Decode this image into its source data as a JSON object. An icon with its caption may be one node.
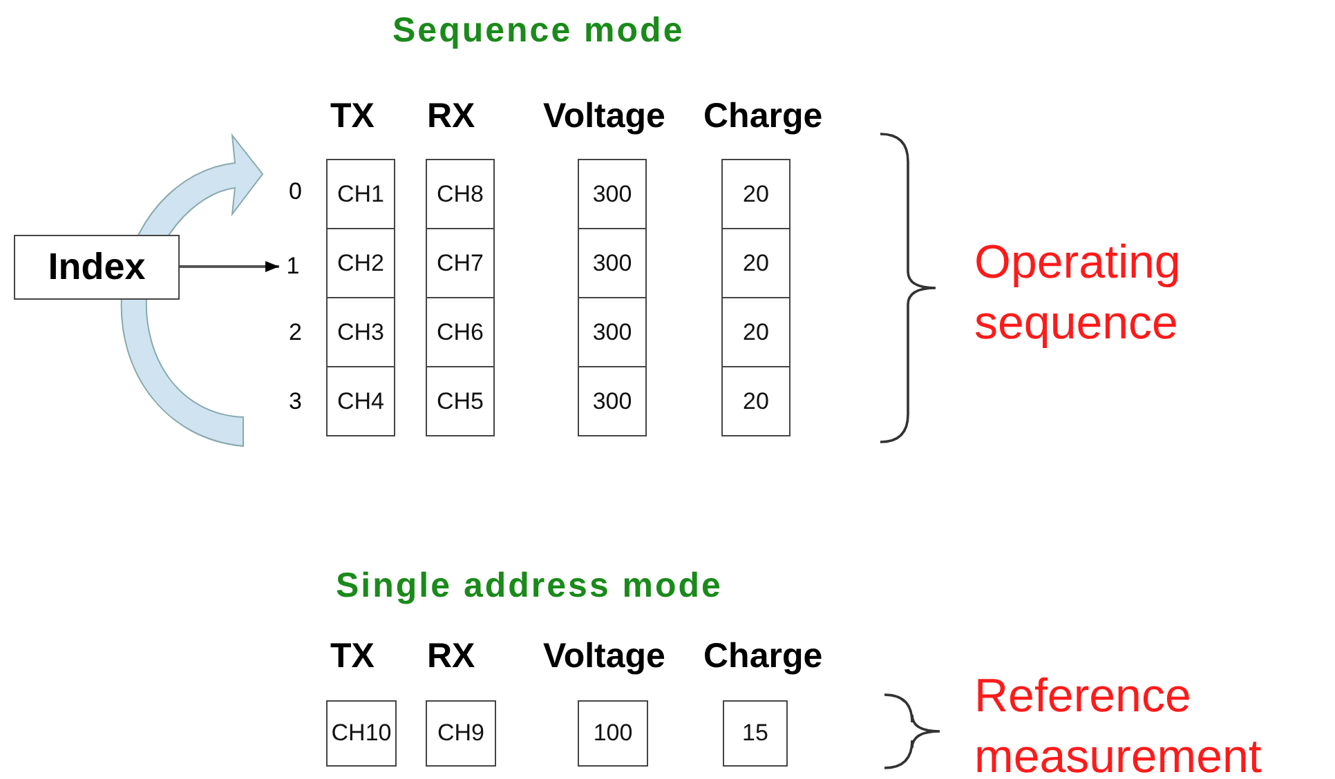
{
  "diagram": {
    "nodes": [
      {
        "text": [
          "Index"
        ]
      },
      {
        "text": [
          "1"
        ]
      },
      {
        "text": [
          "CH1"
        ]
      },
      {
        "text": [
          "CH8"
        ]
      },
      {
        "text": [
          "300"
        ]
      },
      {
        "text": [
          "20"
        ]
      },
      {
        "text": [
          "CH2"
        ]
      },
      {
        "text": [
          "CH7"
        ]
      },
      {
        "text": [
          "300"
        ]
      },
      {
        "text": [
          "20"
        ]
      },
      {
        "text": [
          "CH3"
        ]
      },
      {
        "text": [
          "CH6"
        ]
      },
      {
        "text": [
          "300"
        ]
      },
      {
        "text": [
          "20"
        ]
      },
      {
        "text": [
          "CH4"
        ]
      },
      {
        "text": [
          "CH5"
        ]
      },
      {
        "text": [
          "300"
        ]
      },
      {
        "text": [
          "20"
        ]
      },
      {
        "text": [
          "CH10"
        ]
      },
      {
        "text": [
          "CH9"
        ]
      },
      {
        "text": [
          "100"
        ]
      },
      {
        "text": [
          "15"
        ]
      }
    ],
    "edges": [
      {
        "from": 0,
        "to": 1,
        "arrow": "to"
      }
    ],
    "labels": [
      "Sequence mode",
      "TX",
      "RX",
      "Voltage",
      "Charge",
      "0",
      "2",
      "3",
      "Operating sequence",
      "Single address mode",
      "TX",
      "RX",
      "Voltage",
      "Charge",
      "Reference measurement"
    ]
  }
}
